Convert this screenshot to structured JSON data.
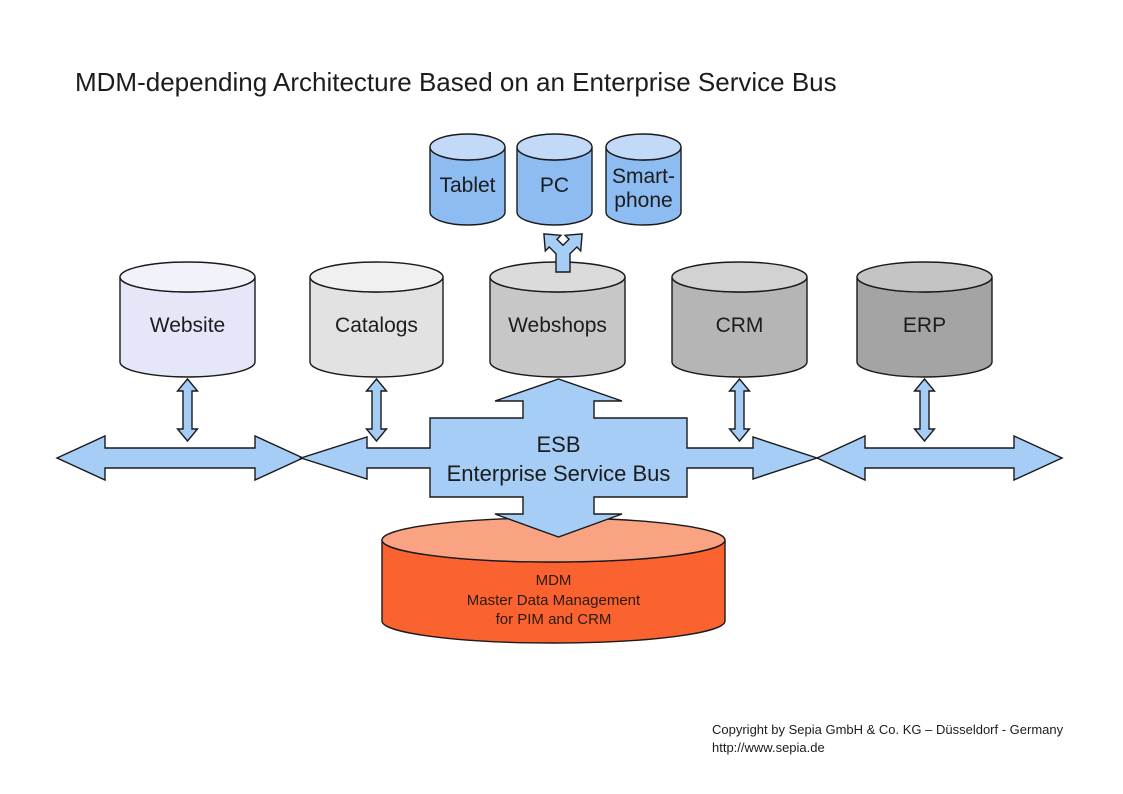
{
  "title": "MDM-depending Architecture Based on an Enterprise Service Bus",
  "diagram": {
    "devices": [
      {
        "label": "Tablet",
        "body": "#8cbcf2",
        "top": "#c2d9f8"
      },
      {
        "label": "PC",
        "body": "#8cbcf2",
        "top": "#c2d9f8"
      },
      {
        "label_line1": "Smart-",
        "label_line2": "phone",
        "body": "#8cbcf2",
        "top": "#c2d9f8"
      }
    ],
    "systems": [
      {
        "label": "Website",
        "body": "#e6e6f9",
        "top": "#f2f2fb"
      },
      {
        "label": "Catalogs",
        "body": "#e2e2e2",
        "top": "#f0f0f0"
      },
      {
        "label": "Webshops",
        "body": "#c7c7c7",
        "top": "#dbdbdb"
      },
      {
        "label": "CRM",
        "body": "#b5b5b5",
        "top": "#d2d2d2"
      },
      {
        "label": "ERP",
        "body": "#a4a4a4",
        "top": "#c4c4c4"
      }
    ],
    "esb": {
      "line1": "ESB",
      "line2": "Enterprise Service Bus",
      "fill": "#a6cdf5"
    },
    "mdm": {
      "line1": "MDM",
      "line2": "Master Data Management",
      "line3": "for PIM and CRM",
      "body": "#fa6330",
      "top": "#f9a383"
    },
    "arrow_fill": "#a6cdf5"
  },
  "footer": {
    "line1": "Copyright by Sepia GmbH & Co. KG – Düsseldorf - Germany",
    "line2": "http://www.sepia.de"
  }
}
